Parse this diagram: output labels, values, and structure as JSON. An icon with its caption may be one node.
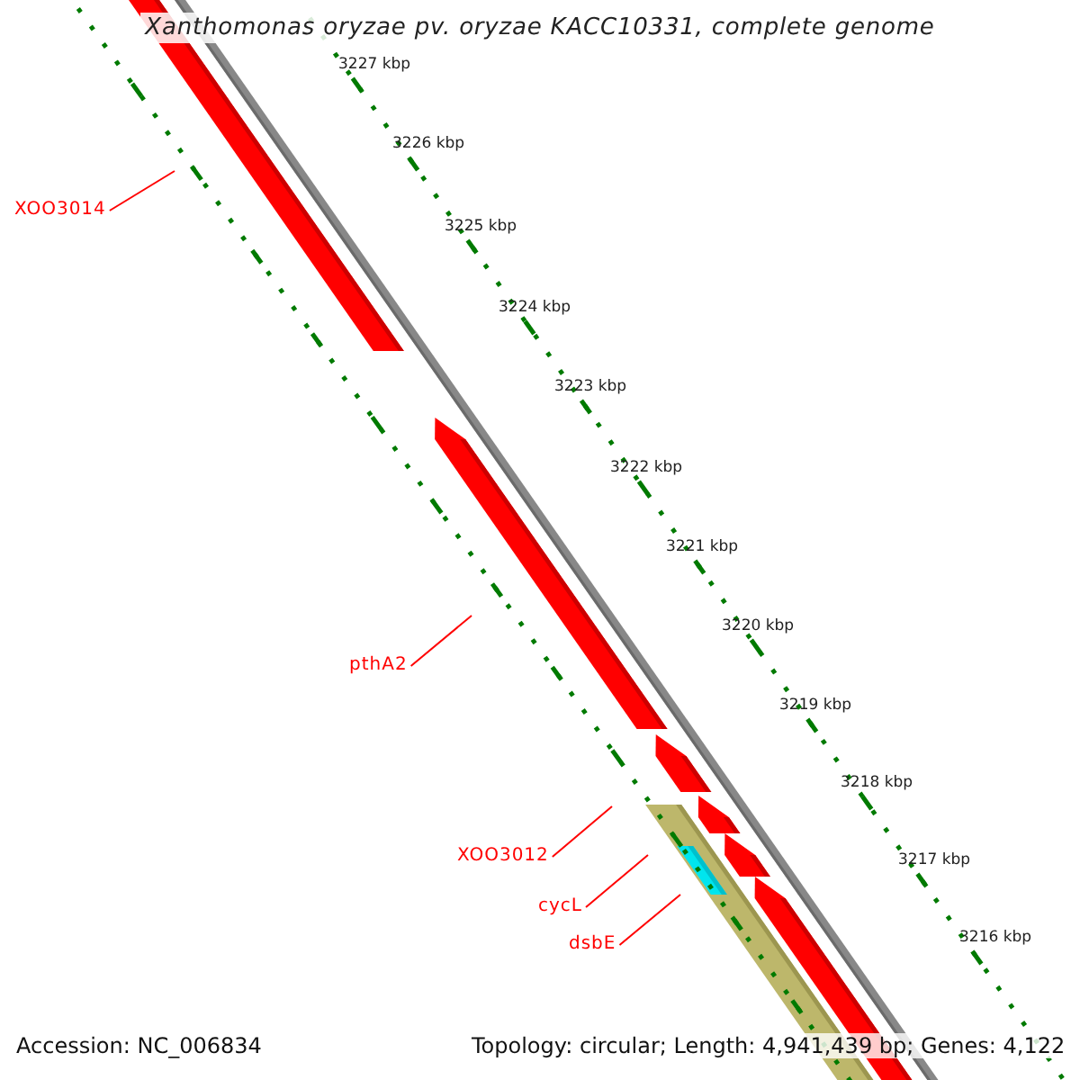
{
  "diagram": {
    "title": "Xanthomonas oryzae pv. oryzae KACC10331, complete genome",
    "nodes": [
      {
        "text": [
          "XOO3014"
        ]
      },
      {
        "text": [
          "pthA2"
        ]
      },
      {
        "text": [
          "XOO3012"
        ]
      },
      {
        "text": [
          "cycL"
        ]
      },
      {
        "text": [
          "dsbE"
        ]
      }
    ],
    "edges": [
      {
        "from": 0,
        "to": null,
        "arrow": "none"
      },
      {
        "from": 1,
        "to": null,
        "arrow": "none"
      },
      {
        "from": 2,
        "to": null,
        "arrow": "none"
      },
      {
        "from": 3,
        "to": null,
        "arrow": "none"
      },
      {
        "from": 4,
        "to": null,
        "arrow": "none"
      }
    ],
    "labels": [
      "3227 kbp",
      "3226 kbp",
      "3225 kbp",
      "3224 kbp",
      "3223 kbp",
      "3222 kbp",
      "3221 kbp",
      "3220 kbp",
      "3219 kbp",
      "3218 kbp",
      "3217 kbp",
      "3216 kbp",
      "Accession: NC_006834",
      "Topology: circular; Length: 4,941,439 bp; Genes: 4,122"
    ]
  }
}
